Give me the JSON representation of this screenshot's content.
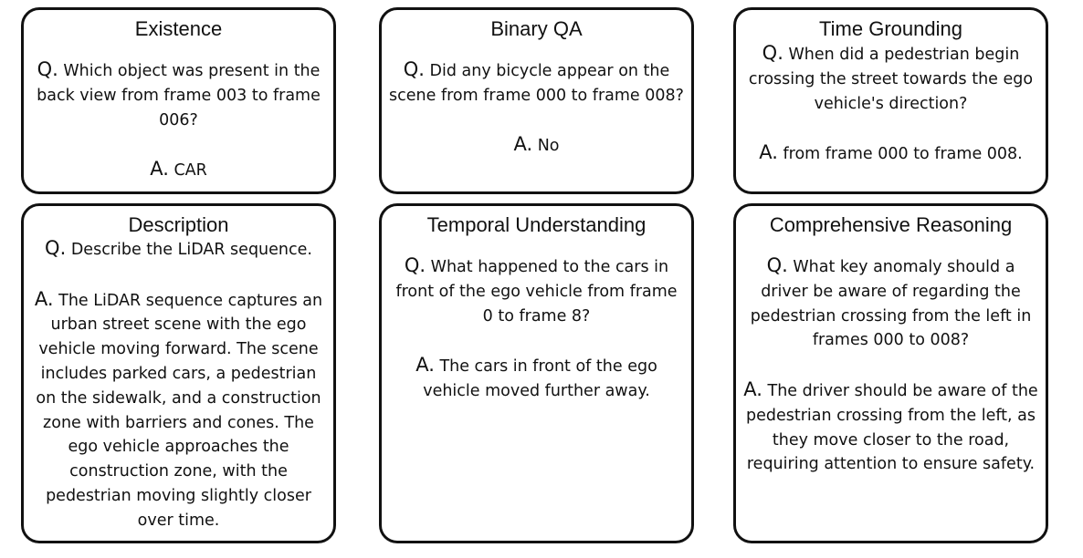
{
  "cards": [
    {
      "title": "Existence",
      "q_prefix": "Q.",
      "question": " Which object was present in the back view from frame 003 to frame 006?",
      "a_prefix": "A.",
      "answer": " CAR"
    },
    {
      "title": "Binary QA",
      "q_prefix": "Q.",
      "question": " Did any bicycle appear on the scene from frame 000 to frame 008?",
      "a_prefix": "A.",
      "answer": " No"
    },
    {
      "title": "Time Grounding",
      "q_prefix": "Q.",
      "question": " When did a pedestrian begin crossing the street towards the ego vehicle's direction?",
      "a_prefix": "A.",
      "answer": " from frame 000 to frame 008."
    },
    {
      "title": "Description",
      "q_prefix": "Q.",
      "question": " Describe the LiDAR sequence.",
      "a_prefix": "A.",
      "answer": " The LiDAR sequence captures an urban street scene with the ego vehicle moving forward. The scene includes parked cars, a pedestrian on the sidewalk, and a construction zone with barriers and cones. The ego vehicle approaches the construction zone, with the pedestrian moving slightly closer over time."
    },
    {
      "title": "Temporal Understanding",
      "q_prefix": "Q.",
      "question": " What happened to the cars in front of the ego vehicle from frame 0 to frame 8?",
      "a_prefix": "A.",
      "answer": " The cars in front of the ego vehicle moved further away."
    },
    {
      "title": "Comprehensive Reasoning",
      "q_prefix": "Q.",
      "question": " What key anomaly should a driver be aware of regarding the pedestrian crossing from the left in frames 000 to 008?",
      "a_prefix": "A.",
      "answer": " The driver should be aware of the pedestrian crossing from the left, as they move closer to the road, requiring attention to ensure safety."
    }
  ]
}
